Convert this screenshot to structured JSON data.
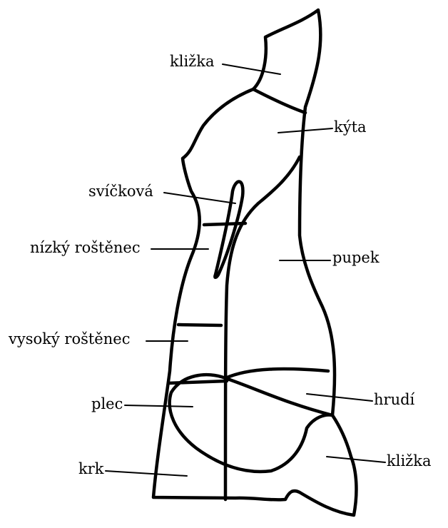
{
  "diagram": {
    "labels": {
      "klizka_top": "kližka",
      "kyta": "kýta",
      "svickova": "svíčková",
      "nizky_rostenec": "nízký roštěnec",
      "pupek": "pupek",
      "vysoky_rostenec": "vysoký roštěnec",
      "plec": "plec",
      "hrudi": "hrudí",
      "krk": "krk",
      "klizka_bottom": "kližka"
    },
    "colors": {
      "line": "#000000",
      "background": "#ffffff",
      "text": "#000000"
    }
  }
}
